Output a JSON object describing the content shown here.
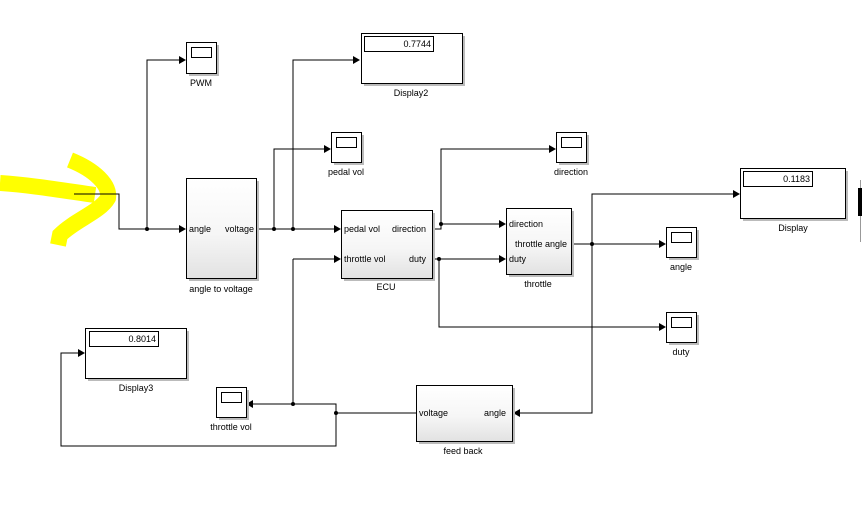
{
  "annotation": {
    "type": "hand-drawn-arrow",
    "color": "#ffff00"
  },
  "blocks": {
    "angle_to_voltage": {
      "name": "angle to voltage",
      "in": "angle",
      "out": "voltage"
    },
    "ecu": {
      "name": "ECU",
      "in1": "pedal vol",
      "in2": "throttle vol",
      "out1": "direction",
      "out2": "duty"
    },
    "throttle": {
      "name": "throttle",
      "in1": "direction",
      "in2": "duty",
      "out": "throttle angle"
    },
    "feed_back": {
      "name": "feed back",
      "in": "angle",
      "out": "voltage"
    }
  },
  "scopes": {
    "pwm": "PWM",
    "pedal_vol": "pedal vol",
    "direction": "direction",
    "angle": "angle",
    "duty": "duty",
    "throttle_vol": "throttle vol"
  },
  "displays": {
    "display": {
      "name": "Display",
      "value": "0.1183"
    },
    "display2": {
      "name": "Display2",
      "value": "0.7744"
    },
    "display3": {
      "name": "Display3",
      "value": "0.8014"
    }
  }
}
